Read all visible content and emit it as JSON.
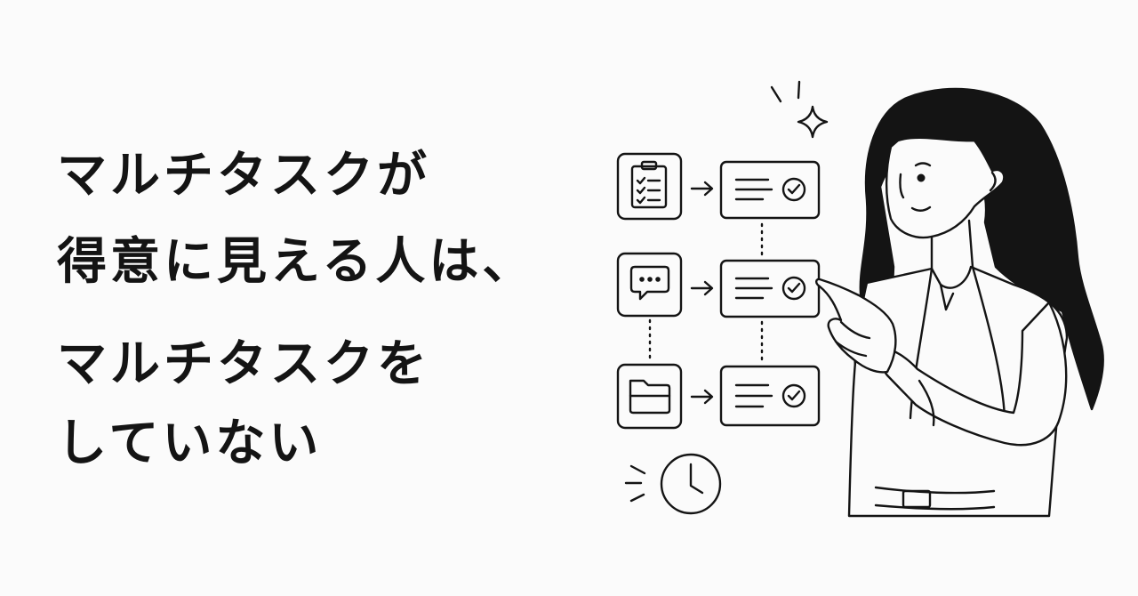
{
  "headline": {
    "line1": "マルチタスクが",
    "line2": "得意に見える人は、",
    "line3": "マルチタスクを",
    "line4": "していない"
  },
  "colors": {
    "background": "#fbfbfb",
    "ink": "#141414"
  },
  "icons": [
    "clipboard-checklist-icon",
    "chat-bubble-icon",
    "folder-icon",
    "task-card-check-icon",
    "clock-icon",
    "sparkle-icon"
  ]
}
